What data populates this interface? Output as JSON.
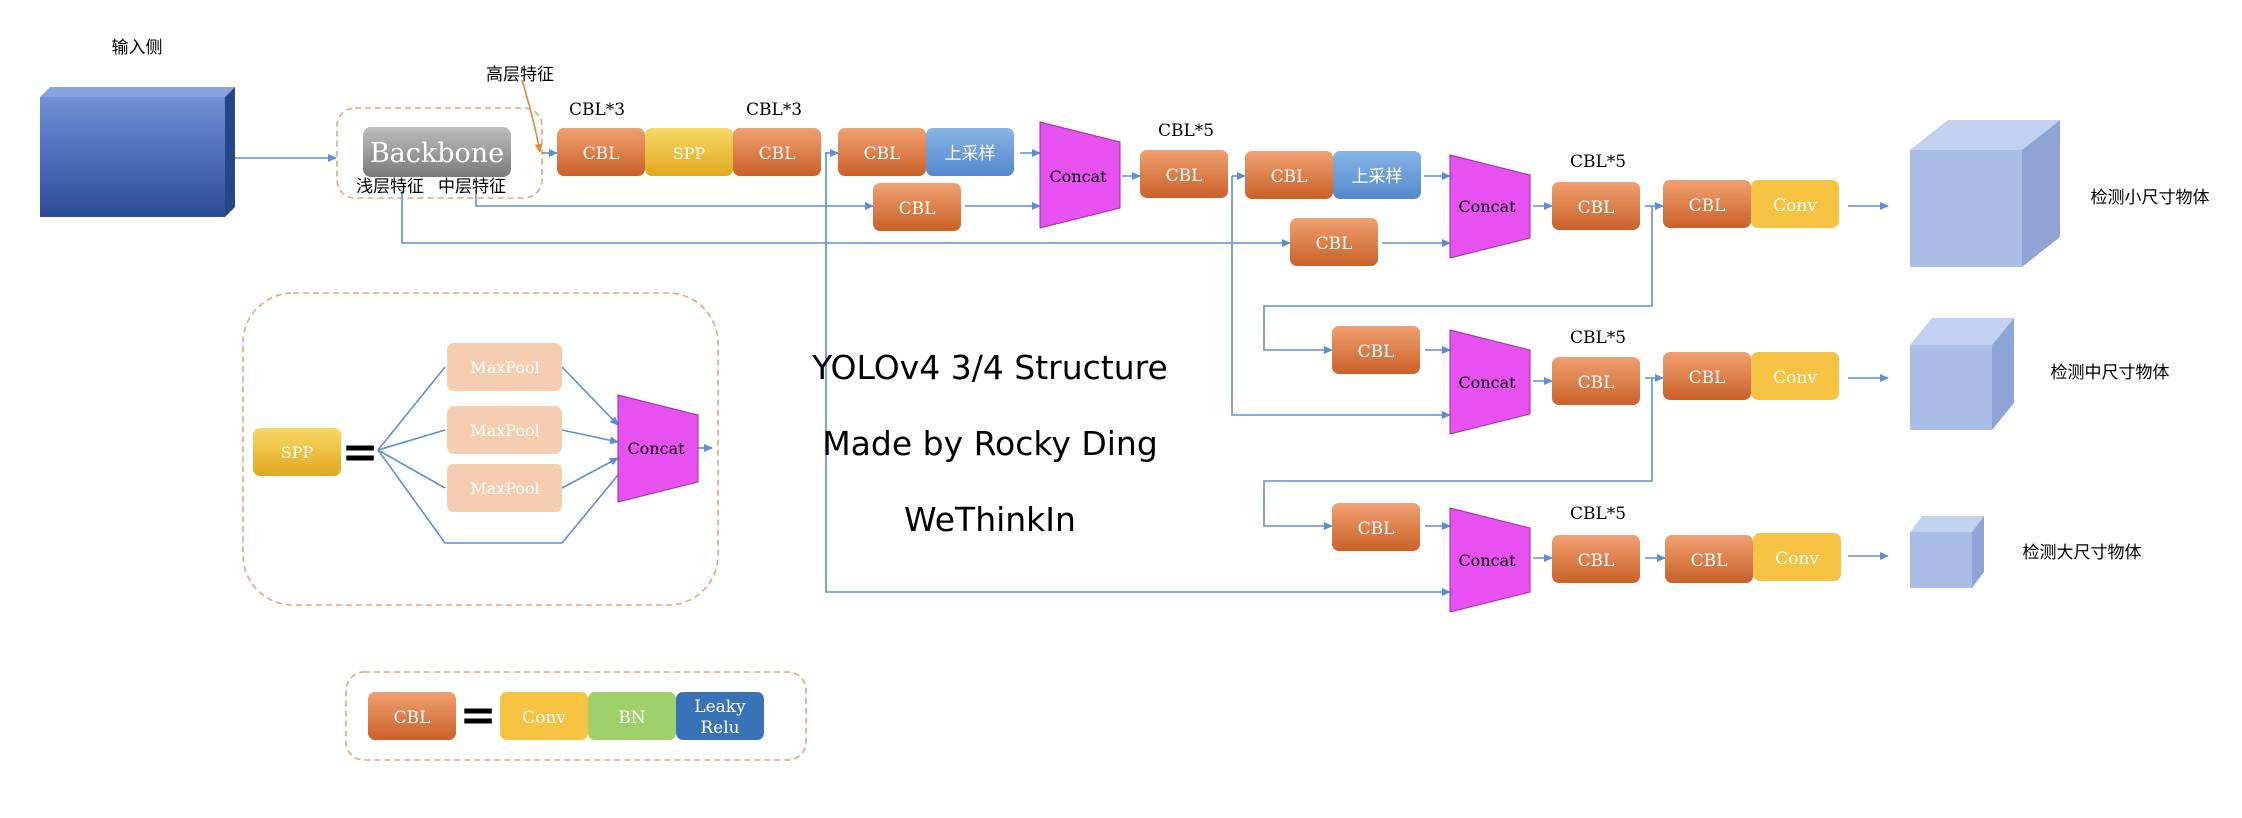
{
  "labels": {
    "input_side": "输入侧",
    "high_feat": "高层特征",
    "shallow_feat": "浅层特征",
    "mid_feat": "中层特征",
    "backbone": "Backbone",
    "cbl": "CBL",
    "spp": "SPP",
    "conv": "Conv",
    "bn": "BN",
    "leaky1": "Leaky",
    "leaky2": "Relu",
    "upsample": "上采样",
    "concat": "Concat",
    "maxpool": "MaxPool",
    "cbl3": "CBL*3",
    "cbl5": "CBL*5",
    "det_small": "检测小尺寸物体",
    "det_mid": "检测中尺寸物体",
    "det_large": "检测大尺寸物体",
    "equals": "="
  },
  "title_lines": [
    "YOLOv4 3/4 Structure",
    "Made by Rocky Ding",
    "WeThinkIn"
  ],
  "colors": {
    "cbl": "#d9783a",
    "spp": "#f2c230",
    "conv": "#f5c242",
    "bn": "#9fd06a",
    "leaky": "#3a72b8",
    "upsample": "#6a9fd8",
    "concat": "#e651f0",
    "maxpool": "#f5cdb0",
    "backbone": "#8c8c8c",
    "arrow": "#5b8fd4",
    "dashed": "#f0a070",
    "input_block": "#3c5fb0",
    "cube": "#a9bde6"
  }
}
